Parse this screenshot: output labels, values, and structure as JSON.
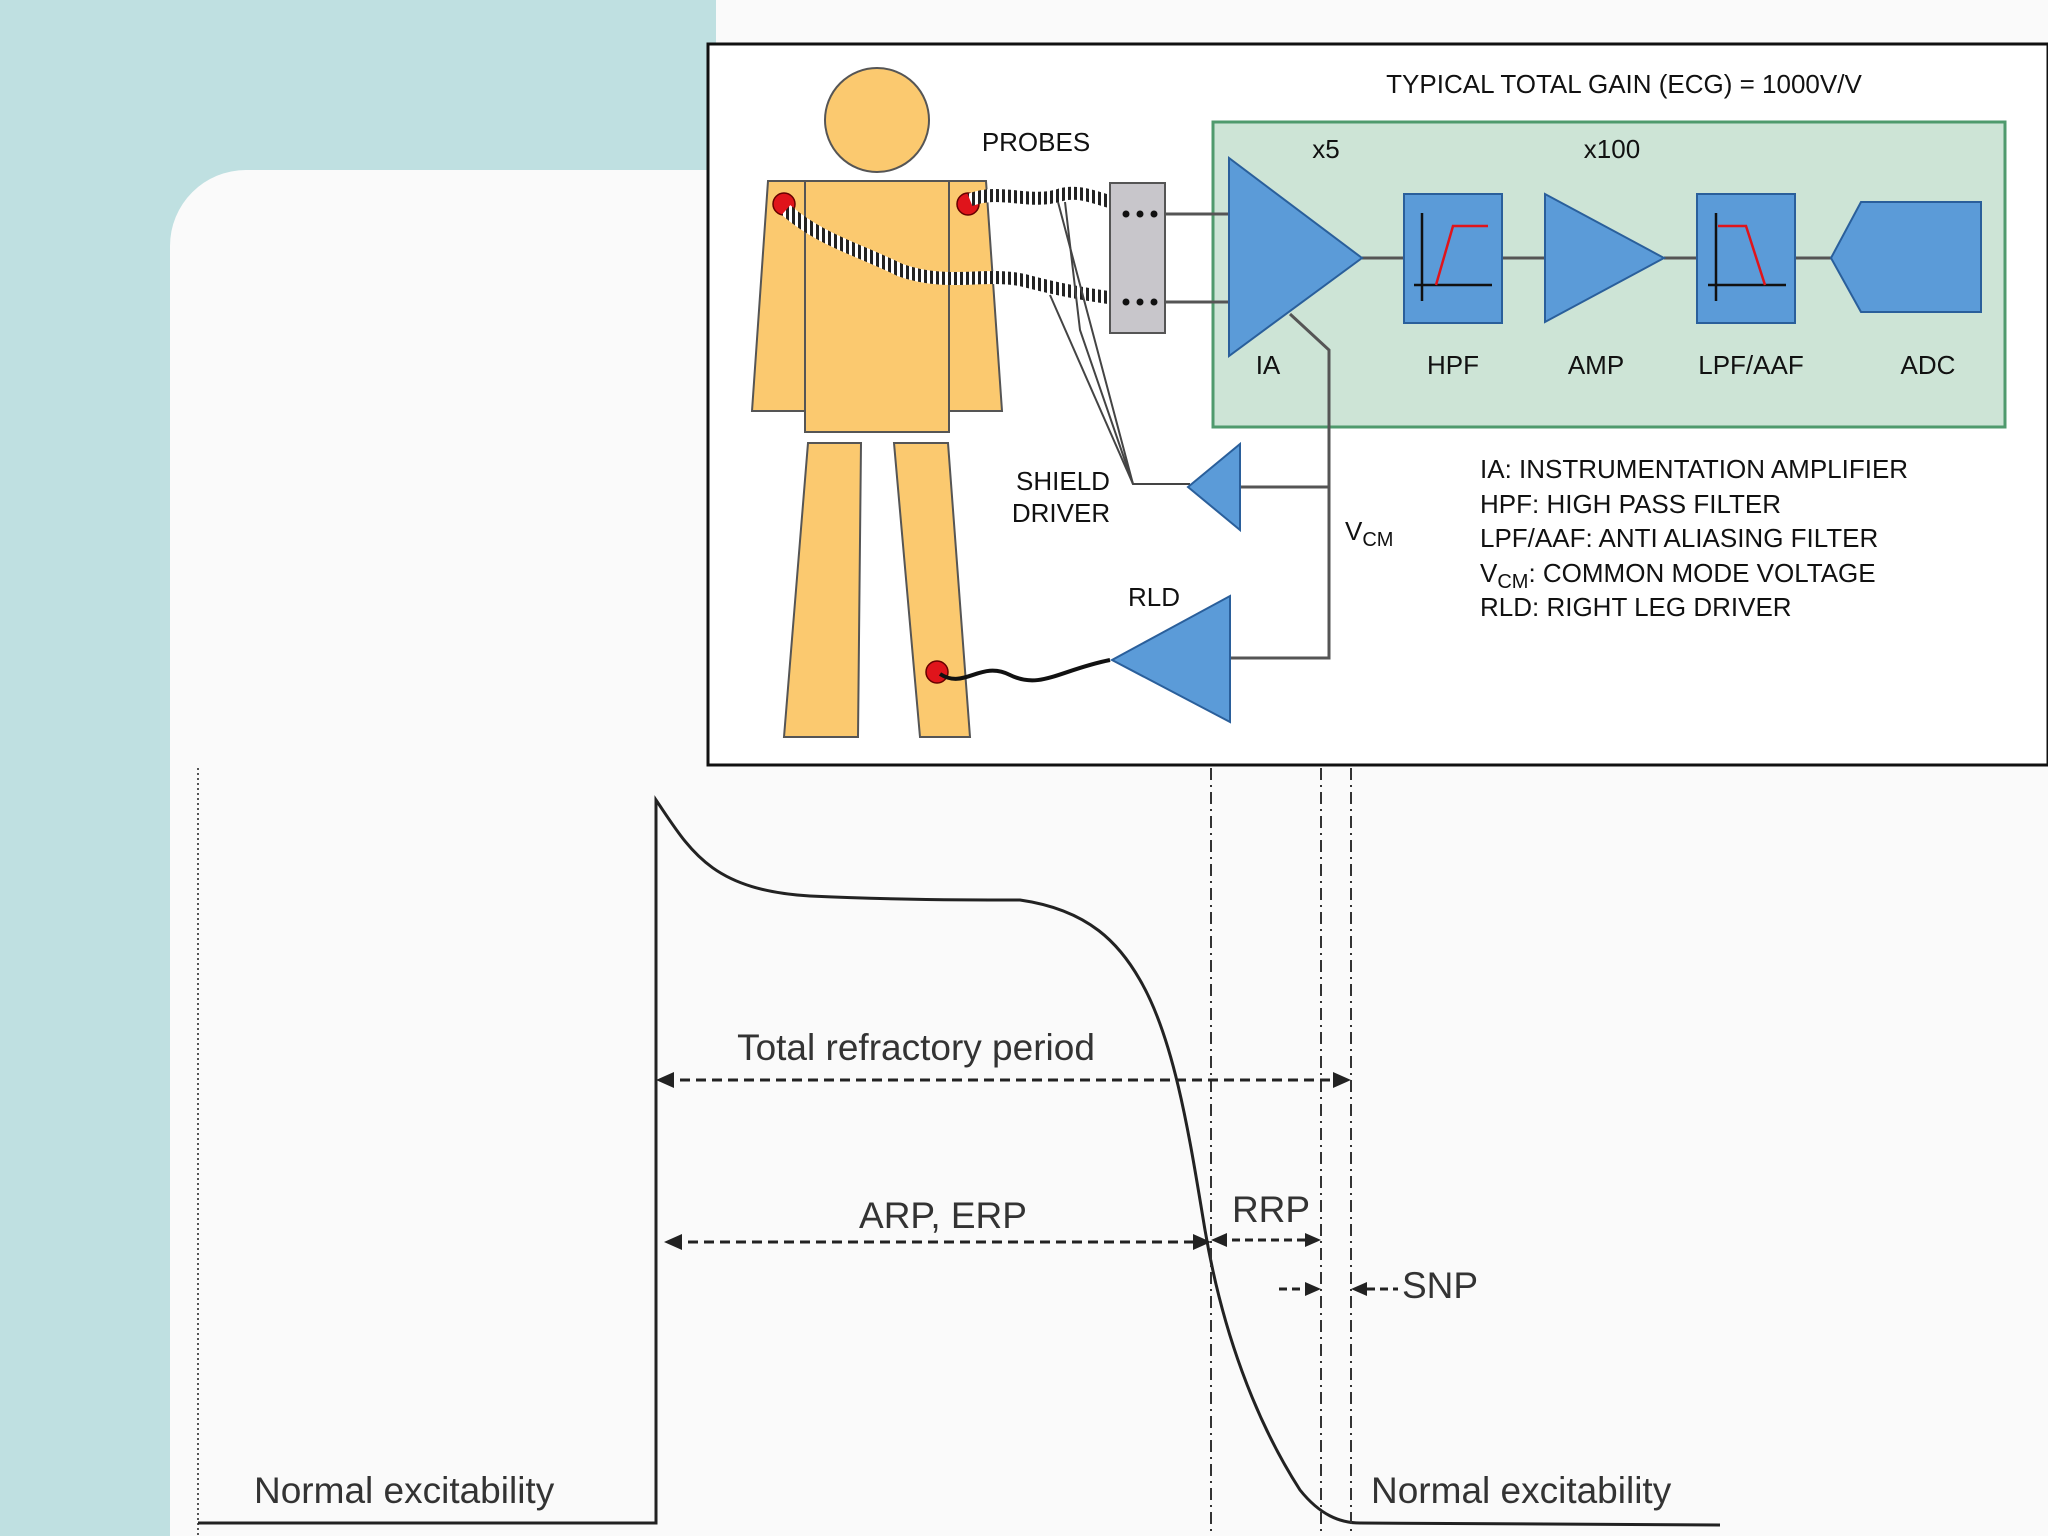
{
  "ecg_diagram": {
    "total_gain": "TYPICAL TOTAL GAIN (ECG) = 1000V/V",
    "probes_label": "PROBES",
    "gain_ia": "x5",
    "gain_amp": "x100",
    "blocks": {
      "ia": "IA",
      "hpf": "HPF",
      "amp": "AMP",
      "lpf": "LPF/AAF",
      "adc": "ADC"
    },
    "shield_driver": [
      "SHIELD",
      "DRIVER"
    ],
    "vcm": {
      "main": "V",
      "sub": "CM"
    },
    "rld": "RLD",
    "legend": {
      "ia": "IA: INSTRUMENTATION AMPLIFIER",
      "hpf": "HPF: HIGH PASS FILTER",
      "lpf": "LPF/AAF: ANTI ALIASING FILTER",
      "vcm_main": "V",
      "vcm_sub": "CM",
      "vcm_rest": ": COMMON MODE VOLTAGE",
      "rld": "RLD: RIGHT LEG DRIVER"
    },
    "colors": {
      "skin": "#fbc96f",
      "electrode": "#e0141b",
      "block_blue": "#5b9bd8",
      "panel_green": "#cde4d6"
    }
  },
  "refractory_chart": {
    "total_refractory": "Total refractory period",
    "arp_erp": "ARP, ERP",
    "rrp": "RRP",
    "snp": "SNP",
    "normal_left": "Normal excitability",
    "normal_right": "Normal excitability"
  }
}
